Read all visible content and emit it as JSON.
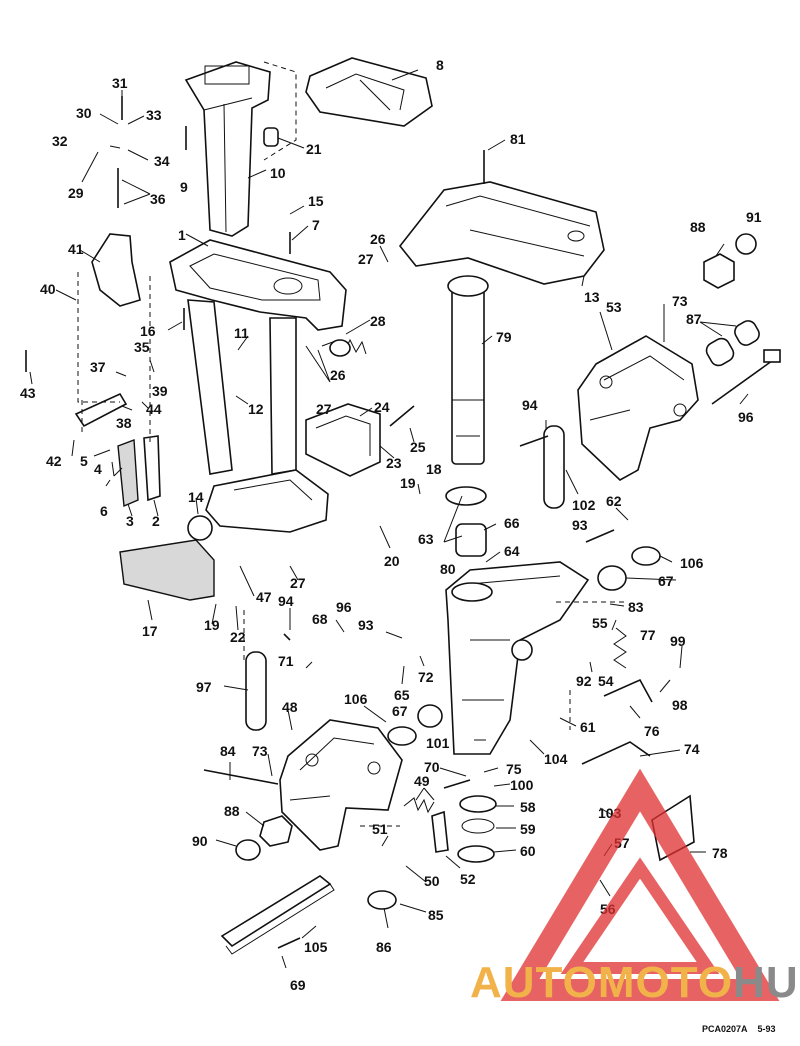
{
  "diagram": {
    "callouts": [
      "1",
      "2",
      "3",
      "4",
      "5",
      "6",
      "7",
      "8",
      "9",
      "10",
      "11",
      "12",
      "13",
      "14",
      "15",
      "16",
      "17",
      "18",
      "19",
      "19",
      "20",
      "21",
      "22",
      "23",
      "24",
      "25",
      "26",
      "26",
      "27",
      "27",
      "27",
      "28",
      "29",
      "30",
      "31",
      "32",
      "33",
      "34",
      "35",
      "36",
      "37",
      "38",
      "39",
      "40",
      "41",
      "42",
      "43",
      "44",
      "47",
      "48",
      "49",
      "50",
      "51",
      "52",
      "53",
      "54",
      "55",
      "56",
      "57",
      "58",
      "59",
      "60",
      "61",
      "62",
      "63",
      "64",
      "65",
      "66",
      "67",
      "67",
      "68",
      "69",
      "70",
      "71",
      "72",
      "73",
      "73",
      "74",
      "75",
      "76",
      "77",
      "78",
      "79",
      "80",
      "81",
      "83",
      "84",
      "85",
      "86",
      "87",
      "88",
      "88",
      "90",
      "91",
      "92",
      "93",
      "93",
      "94",
      "94",
      "96",
      "96",
      "97",
      "98",
      "99",
      "100",
      "101",
      "102",
      "103",
      "104",
      "105",
      "106",
      "106"
    ],
    "figure_code": "PCA0207A",
    "figure_date": "5-93"
  },
  "watermark": {
    "text_a": "AUTOMOTO",
    "text_b": "HUB",
    "color_a": "#f2b24a",
    "color_b": "#8a8a8a",
    "triangle_color": "#e03030"
  }
}
